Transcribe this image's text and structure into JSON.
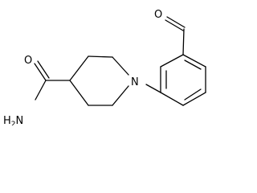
{
  "molecule": {
    "atoms": {
      "aldehyde_oxygen": "O",
      "amide_oxygen": "O",
      "amide_nitrogen": "H2N",
      "ring_nitrogen": "N"
    }
  },
  "colors": {
    "bond": "#000000",
    "background": "#ffffff"
  }
}
